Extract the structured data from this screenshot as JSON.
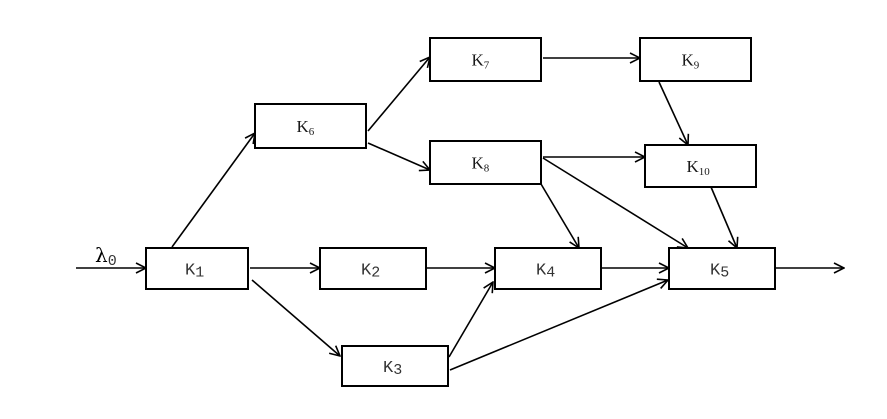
{
  "diagram": {
    "type": "queueing-network",
    "input_label": {
      "symbol": "λ",
      "subscript": "0"
    },
    "nodes": [
      {
        "id": "K1",
        "letter": "K",
        "index": "1"
      },
      {
        "id": "K2",
        "letter": "K",
        "index": "2"
      },
      {
        "id": "K3",
        "letter": "K",
        "index": "3"
      },
      {
        "id": "K4",
        "letter": "K",
        "index": "4"
      },
      {
        "id": "K5",
        "letter": "K",
        "index": "5"
      },
      {
        "id": "K6",
        "letter": "K",
        "index": "6"
      },
      {
        "id": "K7",
        "letter": "K",
        "index": "7"
      },
      {
        "id": "K8",
        "letter": "K",
        "index": "8"
      },
      {
        "id": "K9",
        "letter": "K",
        "index": "9"
      },
      {
        "id": "K10",
        "letter": "K",
        "index": "10"
      }
    ],
    "edges": [
      {
        "from": "input",
        "to": "K1"
      },
      {
        "from": "K1",
        "to": "K2"
      },
      {
        "from": "K1",
        "to": "K3"
      },
      {
        "from": "K1",
        "to": "K6"
      },
      {
        "from": "K2",
        "to": "K4"
      },
      {
        "from": "K3",
        "to": "K4"
      },
      {
        "from": "K3",
        "to": "K5"
      },
      {
        "from": "K4",
        "to": "K5"
      },
      {
        "from": "K6",
        "to": "K7"
      },
      {
        "from": "K6",
        "to": "K8"
      },
      {
        "from": "K7",
        "to": "K9"
      },
      {
        "from": "K8",
        "to": "K10"
      },
      {
        "from": "K8",
        "to": "K4"
      },
      {
        "from": "K8",
        "to": "K5"
      },
      {
        "from": "K9",
        "to": "K10"
      },
      {
        "from": "K10",
        "to": "K5"
      },
      {
        "from": "K5",
        "to": "output"
      }
    ]
  }
}
